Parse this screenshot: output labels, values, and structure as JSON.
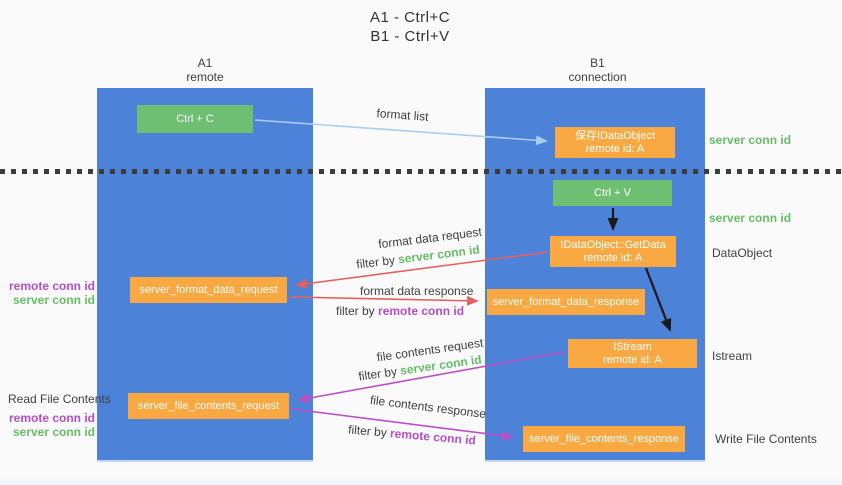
{
  "title": {
    "line1": "A1 - Ctrl+C",
    "line2": "B1 - Ctrl+V"
  },
  "columns": {
    "a1": {
      "name": "A1",
      "subtitle": "remote"
    },
    "b1": {
      "name": "B1",
      "subtitle": "connection"
    }
  },
  "nodes": {
    "ctrl_c": {
      "label": "Ctrl + C"
    },
    "ctrl_v": {
      "label": "Ctrl + V"
    },
    "save_dataobject": {
      "line1": "保存IDataObject",
      "line2": "remote id: A"
    },
    "getdata": {
      "line1": "IDataObject::GetData",
      "line2": "remote id: A"
    },
    "istream": {
      "line1": "IStream",
      "line2": "remote id: A"
    },
    "server_format_data_request": {
      "label": "server_format_data_request"
    },
    "server_format_data_response": {
      "label": "server_format_data_response"
    },
    "server_file_contents_request": {
      "label": "server_file_contents_request"
    },
    "server_file_contents_response": {
      "label": "server_file_contents_response"
    }
  },
  "arrows": {
    "format_list": {
      "label": "format list"
    },
    "format_data_request": {
      "label": "format data request",
      "filter_prefix": "filter by",
      "filter_key": "server conn id"
    },
    "format_data_response": {
      "label": "format data response",
      "filter_prefix": "filter by",
      "filter_key": "remote conn id"
    },
    "file_contents_request": {
      "label": "file contents request",
      "filter_prefix": "filter by",
      "filter_key": "server conn id"
    },
    "file_contents_response": {
      "label": "file contents response",
      "filter_prefix": "filter by",
      "filter_key": "remote conn id"
    }
  },
  "side_labels": {
    "right_server_conn_id_top": "server conn id",
    "right_server_conn_id_mid": "server conn id",
    "dataobject": "DataObject",
    "istream": "Istream",
    "write_file_contents": "Write File Contents",
    "left_remote_conn_id_1": "remote conn id",
    "left_server_conn_id_1": "server conn id",
    "read_file_contents": "Read File Contents",
    "left_remote_conn_id_2": "remote conn id",
    "left_server_conn_id_2": "server conn id"
  },
  "colors": {
    "lifeline_blue": "#4c82d8",
    "box_green": "#6ebf71",
    "box_orange": "#f9a842",
    "arrow_lightblue": "#a8cfee",
    "arrow_red": "#e56161",
    "arrow_purple": "#bb50c6",
    "arrow_black": "#1a1a1a",
    "label_green": "#67bd67",
    "label_purple": "#b44ec6",
    "text_dark": "#3f3f3f",
    "background": "#fafafa"
  }
}
